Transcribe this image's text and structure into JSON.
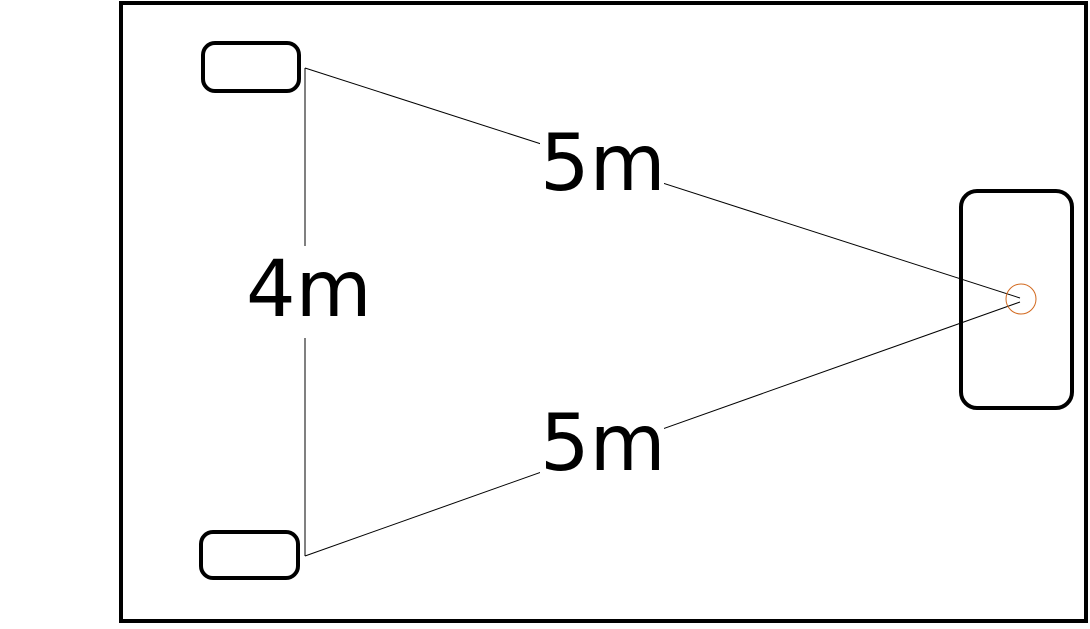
{
  "diagram": {
    "labels": {
      "top_distance": "5m",
      "left_distance": "4m",
      "bottom_distance": "5m"
    },
    "colors": {
      "outline": "#000000",
      "line": "#000000",
      "listener_marker": "#d2691e",
      "background": "#ffffff"
    }
  }
}
